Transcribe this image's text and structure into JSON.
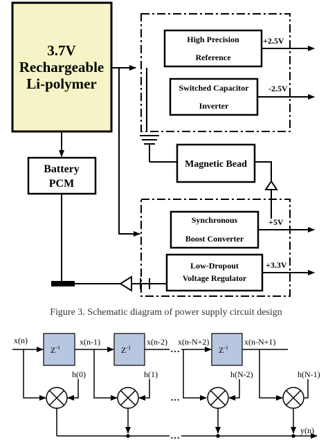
{
  "colors": {
    "battery_fill": "#f6f3c6",
    "filter_fill": "#b8c7e0",
    "stroke": "#000000"
  },
  "fig3": {
    "battery": {
      "line1": "3.7V",
      "line2": "Rechargeable",
      "line3": "Li-polymer"
    },
    "pcm": {
      "line1": "Battery",
      "line2": "PCM"
    },
    "reference": {
      "line1": "High Precision",
      "line2": "Reference",
      "out": "+2.5V"
    },
    "inverter": {
      "line1": "Switched Capacitor",
      "line2": "Inverter",
      "out": "-2.5V"
    },
    "bead": {
      "label": "Magnetic Bead"
    },
    "boost": {
      "line1": "Synchronous",
      "line2": "Boost Converter",
      "out": "+5V"
    },
    "ldo": {
      "line1": "Low-Dropout",
      "line2": "Voltage Regulator",
      "out": "+3.3V"
    },
    "caption": "Figure 3. Schematic diagram of power supply circuit design"
  },
  "fir": {
    "input": "x(n)",
    "delay_label": "Z",
    "delay_exp": "-1",
    "taps": [
      "x(n-1)",
      "x(n-2)",
      "x(n-N+2)",
      "x(n-N+1)"
    ],
    "coefs": [
      "h(0)",
      "h(1)",
      "h(N-2)",
      "h(N-1)"
    ],
    "ellipsis": "…",
    "output": "y(n)"
  }
}
